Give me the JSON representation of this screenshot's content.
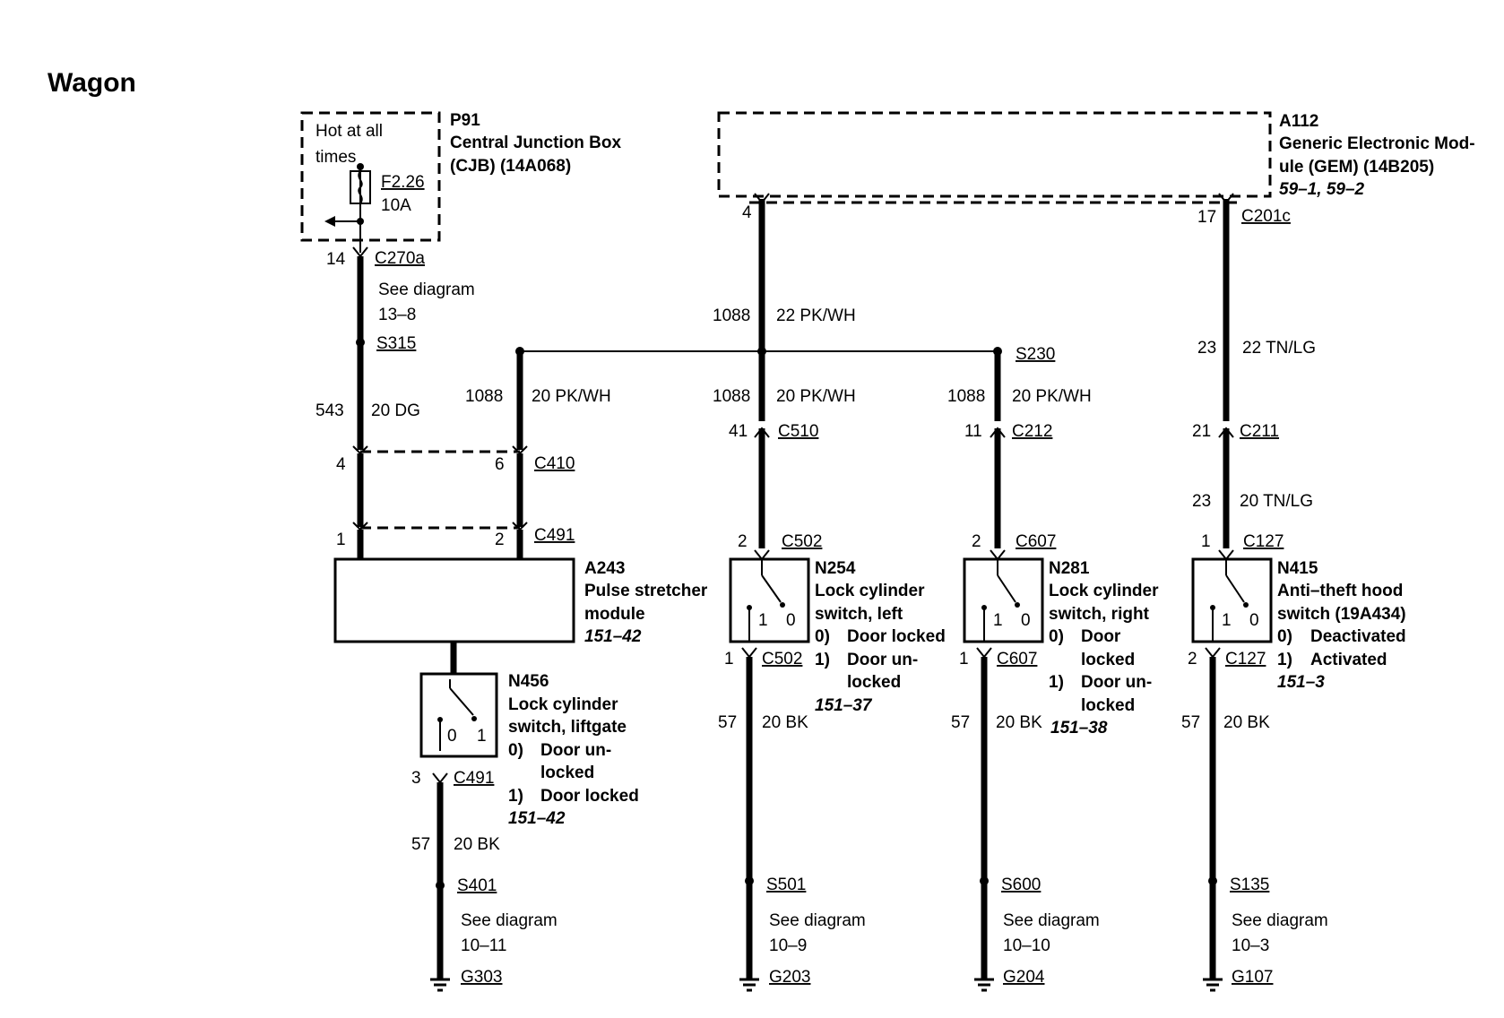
{
  "title": "Wagon",
  "cjb": {
    "hot_text_1": "Hot at all",
    "hot_text_2": "times",
    "fuse_id": "F2.26",
    "fuse_rating": "10A",
    "ref": "P91",
    "name_1": "Central Junction Box",
    "name_2": "(CJB) (14A068)",
    "pin": "14",
    "connector": "C270a",
    "see_1": "See diagram",
    "see_2": "13–8",
    "splice": "S315",
    "circuit": "543",
    "wire": "20 DG"
  },
  "gem": {
    "ref": "A112",
    "name_1": "Generic Electronic Mod-",
    "name_2": "ule (GEM) (14B205)",
    "name_3": "59–1, 59–2",
    "pin_left": "4",
    "pin_right": "17",
    "connector": "C201c",
    "left_circuit": "1088",
    "left_wire": "22 PK/WH",
    "right_circuit": "23",
    "right_wire": "22 TN/LG",
    "splice": "S230"
  },
  "c410": {
    "pin_a": "4",
    "pin_b": "6",
    "label": "C410"
  },
  "c491": {
    "pin_a": "1",
    "pin_b": "2",
    "label": "C491"
  },
  "pulse_branch": {
    "circuit": "1088",
    "wire": "20 PK/WH"
  },
  "pulse": {
    "ref": "A243",
    "name_1": "Pulse stretcher",
    "name_2": "module",
    "page": "151–42"
  },
  "liftgate": {
    "ref": "N456",
    "name_1": "Lock cylinder",
    "name_2": "switch, liftgate",
    "pos0_num": "0)",
    "pos0_1": "Door un-",
    "pos0_2": "locked",
    "pos1_num": "1)",
    "pos1": "Door locked",
    "page": "151–42",
    "contact_0": "0",
    "contact_1": "1",
    "pin": "3",
    "connector": "C491",
    "circuit": "57",
    "wire": "20 BK",
    "splice": "S401",
    "see_1": "See diagram",
    "see_2": "10–11",
    "ground": "G303"
  },
  "left": {
    "circuit": "1088",
    "wire": "20 PK/WH",
    "pin_top": "41",
    "conn_top": "C510",
    "pin_sw": "2",
    "conn_sw": "C502",
    "ref": "N254",
    "name_1": "Lock cylinder",
    "name_2": "switch, left",
    "pos0_num": "0)",
    "pos0": "Door locked",
    "pos1_num": "1)",
    "pos1_1": "Door un-",
    "pos1_2": "locked",
    "page": "151–37",
    "contact_1": "1",
    "contact_0": "0",
    "pin_out": "1",
    "conn_out": "C502",
    "gnd_circuit": "57",
    "gnd_wire": "20 BK",
    "splice": "S501",
    "see_1": "See diagram",
    "see_2": "10–9",
    "ground": "G203"
  },
  "right": {
    "circuit": "1088",
    "wire": "20 PK/WH",
    "pin_top": "11",
    "conn_top": "C212",
    "pin_sw": "2",
    "conn_sw": "C607",
    "ref": "N281",
    "name_1": "Lock cylinder",
    "name_2": "switch, right",
    "pos0_num": "0)",
    "pos0_1": "Door",
    "pos0_2": "locked",
    "pos1_num": "1)",
    "pos1_1": "Door un-",
    "pos1_2": "locked",
    "page": "151–38",
    "contact_1": "1",
    "contact_0": "0",
    "pin_out": "1",
    "conn_out": "C607",
    "gnd_circuit": "57",
    "gnd_wire": "20 BK",
    "splice": "S600",
    "see_1": "See diagram",
    "see_2": "10–10",
    "ground": "G204"
  },
  "hood": {
    "pin_top": "21",
    "conn_top": "C211",
    "circuit": "23",
    "wire": "20 TN/LG",
    "pin_sw": "1",
    "conn_sw": "C127",
    "ref": "N415",
    "name_1": "Anti–theft hood",
    "name_2": "switch (19A434)",
    "pos0_num": "0)",
    "pos0": "Deactivated",
    "pos1_num": "1)",
    "pos1": "Activated",
    "page": "151–3",
    "contact_1": "1",
    "contact_0": "0",
    "pin_out": "2",
    "conn_out": "C127",
    "gnd_circuit": "57",
    "gnd_wire": "20 BK",
    "splice": "S135",
    "see_1": "See diagram",
    "see_2": "10–3",
    "ground": "G107"
  }
}
